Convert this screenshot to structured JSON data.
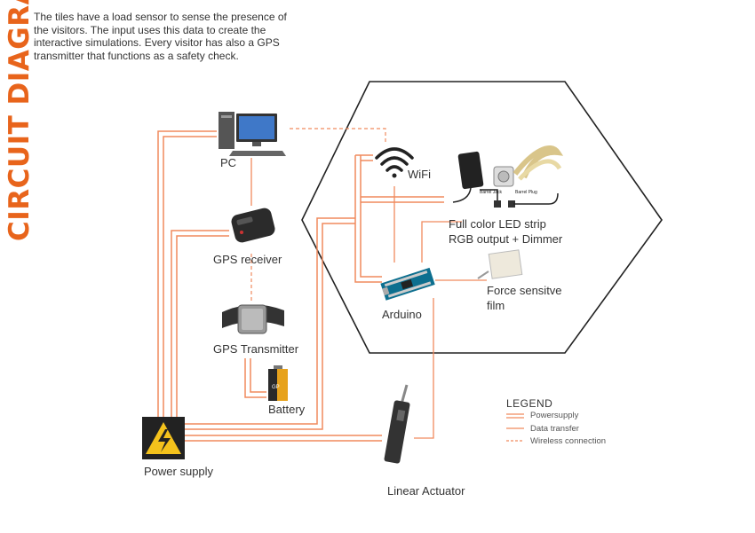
{
  "title": "CIRCUIT DIAGRAM",
  "intro": "The tiles have a load sensor to sense the presence of the visitors. The input uses this data to create the interactive simulations. Every visitor has also a GPS transmitter that functions as a safety check.",
  "nodes": {
    "pc": "PC",
    "wifi": "WiFi",
    "led_line1": "Full color LED strip",
    "led_line2": "RGB output + Dimmer",
    "gps_receiver": "GPS receiver",
    "arduino": "Arduino",
    "force_line1": "Force sensitve",
    "force_line2": "film",
    "gps_transmitter": "GPS Transmitter",
    "battery": "Battery",
    "power_supply": "Power supply",
    "linear_actuator": "Linear Actuator",
    "barrel_jack": "Barrel Jack",
    "barrel_plug": "Barrel Plug"
  },
  "legend": {
    "title": "LEGEND",
    "items": [
      "Powersupply",
      "Data transfer",
      "Wireless connection"
    ]
  },
  "colors": {
    "accent": "#e8641b",
    "line": "#f08a5d"
  }
}
